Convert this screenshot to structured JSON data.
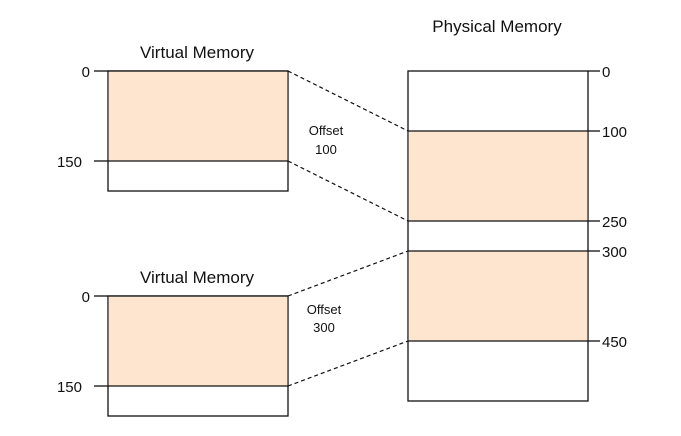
{
  "colors": {
    "segment_fill": "#fde5cf",
    "outline": "#111111",
    "background": "#ffffff"
  },
  "physical": {
    "title": "Physical Memory",
    "ticks": [
      "0",
      "100",
      "250",
      "300",
      "450"
    ]
  },
  "virtual_top": {
    "title": "Virtual Memory",
    "ticks": [
      "0",
      "150"
    ],
    "offset_label": "Offset",
    "offset_value": "100"
  },
  "virtual_bottom": {
    "title": "Virtual Memory",
    "ticks": [
      "0",
      "150"
    ],
    "offset_label": "Offset",
    "offset_value": "300"
  }
}
